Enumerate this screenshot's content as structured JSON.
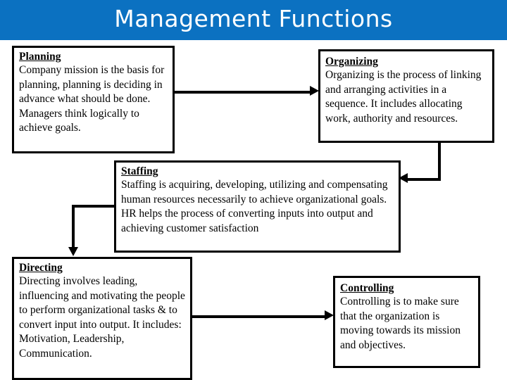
{
  "slide": {
    "title": "Management Functions",
    "banner_color": "#0b71c1",
    "banner_text_color": "#ffffff",
    "background_color": "#ffffff",
    "box_border_color": "#000000",
    "connector_color": "#000000"
  },
  "boxes": [
    {
      "id": "planning",
      "title": "Planning",
      "body": "Company mission is the basis for planning, planning is deciding in advance what should be done. Managers think logically to achieve goals."
    },
    {
      "id": "organizing",
      "title": "Organizing",
      "body": "Organizing is the process of linking and arranging activities in a sequence. It includes allocating work, authority and resources."
    },
    {
      "id": "staffing",
      "title": "Staffing",
      "body": "Staffing is acquiring, developing, utilizing and compensating human resources necessarily to achieve organizational goals. HR helps the process of converting inputs into output and achieving customer satisfaction"
    },
    {
      "id": "directing",
      "title": "Directing",
      "body": "Directing involves leading, influencing and motivating the people to perform organizational tasks & to convert input into output. It includes: Motivation, Leadership, Communication."
    },
    {
      "id": "controlling",
      "title": "Controlling",
      "body": "Controlling is to make sure that the organization is moving towards its mission and objectives."
    }
  ],
  "connectors": [
    {
      "id": "planning-to-organizing",
      "from": "planning",
      "to": "organizing",
      "shape": "straight",
      "direction": "right"
    },
    {
      "id": "organizing-to-staffing",
      "from": "organizing",
      "to": "staffing",
      "shape": "elbow",
      "direction": "left"
    },
    {
      "id": "staffing-to-directing",
      "from": "staffing",
      "to": "directing",
      "shape": "elbow",
      "direction": "down"
    },
    {
      "id": "directing-to-controlling",
      "from": "directing",
      "to": "controlling",
      "shape": "straight",
      "direction": "right"
    }
  ]
}
